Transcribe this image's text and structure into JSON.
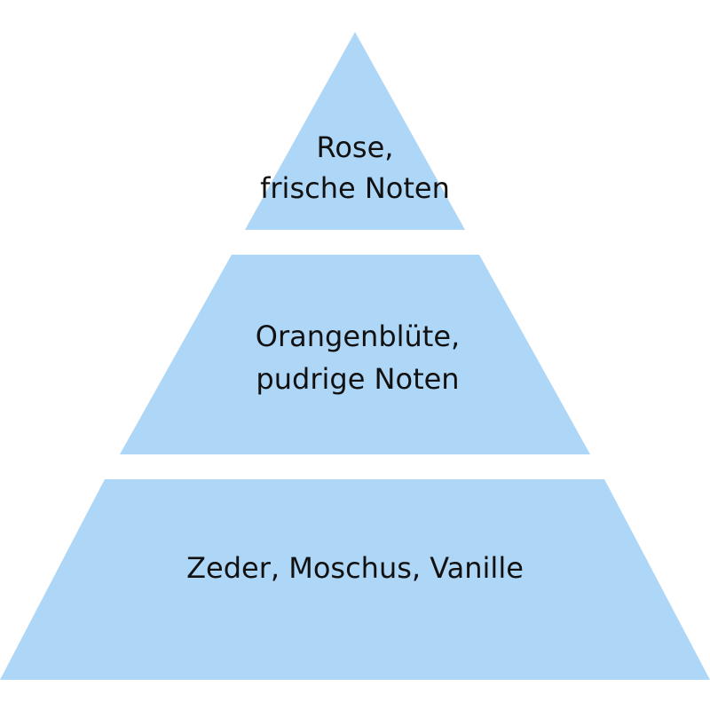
{
  "diagram": {
    "type": "pyramid",
    "fill_color": "#aed6f7",
    "text_color": "#111111",
    "tiers": [
      {
        "lines": [
          "Rose,",
          "frische Noten"
        ]
      },
      {
        "lines": [
          "Orangenblüte,",
          "pudrige Noten"
        ]
      },
      {
        "lines": [
          "Zeder, Moschus, Vanille"
        ]
      }
    ]
  }
}
